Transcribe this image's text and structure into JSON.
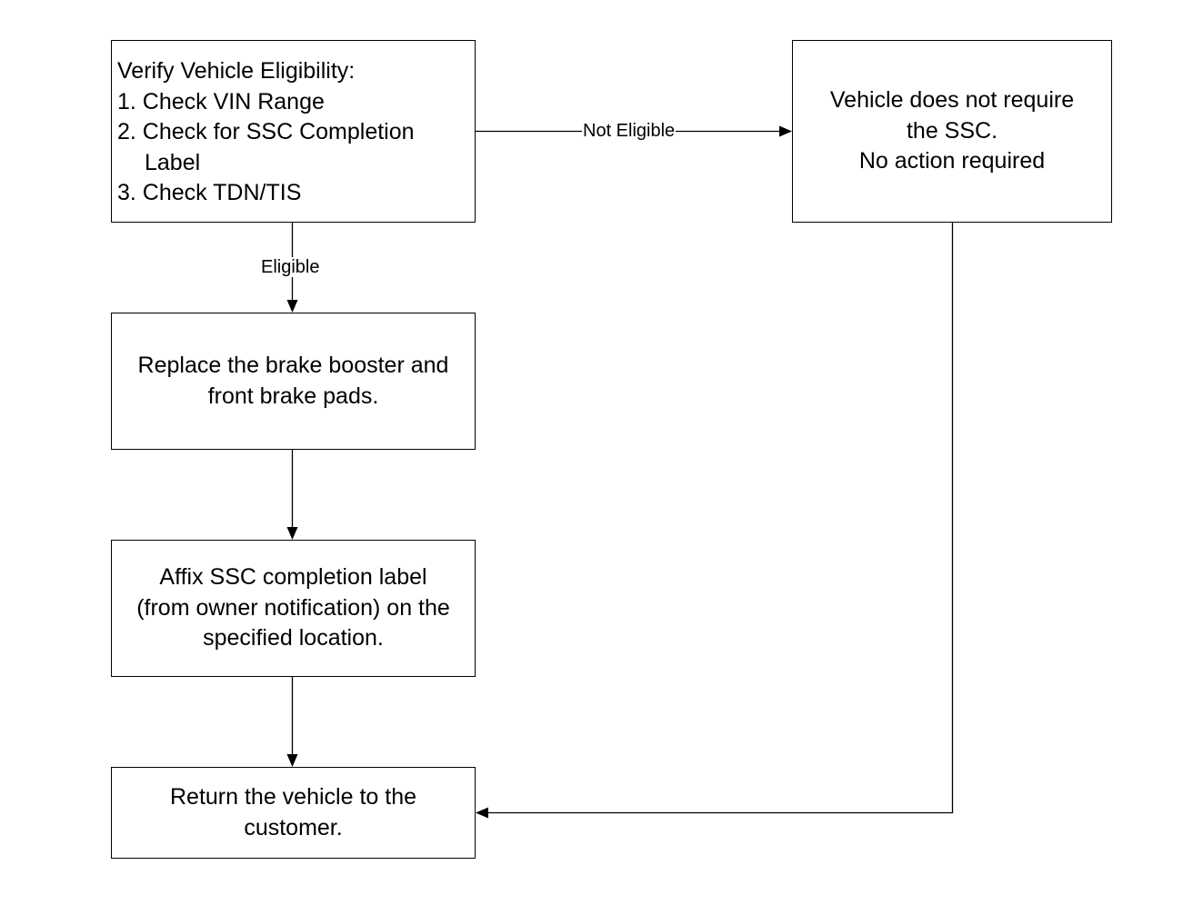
{
  "diagram": {
    "nodes": {
      "verify": {
        "lines": [
          "Verify Vehicle Eligibility:",
          "1. Check VIN Range",
          "2. Check for SSC Completion",
          "Label",
          "3. Check TDN/TIS"
        ]
      },
      "no_action": {
        "lines": [
          "Vehicle does not require",
          "the SSC.",
          "No action required"
        ]
      },
      "replace": {
        "lines": [
          "Replace the brake booster and",
          "front brake pads."
        ]
      },
      "affix": {
        "lines": [
          "Affix SSC completion label",
          "(from owner notification) on the",
          "specified location."
        ]
      },
      "return": {
        "lines": [
          "Return the vehicle to the",
          "customer."
        ]
      }
    },
    "edges": [
      {
        "from": "verify",
        "to": "no_action",
        "label": "Not Eligible"
      },
      {
        "from": "verify",
        "to": "replace",
        "label": "Eligible"
      },
      {
        "from": "replace",
        "to": "affix",
        "label": ""
      },
      {
        "from": "affix",
        "to": "return",
        "label": ""
      },
      {
        "from": "no_action",
        "to": "return",
        "label": ""
      }
    ]
  }
}
